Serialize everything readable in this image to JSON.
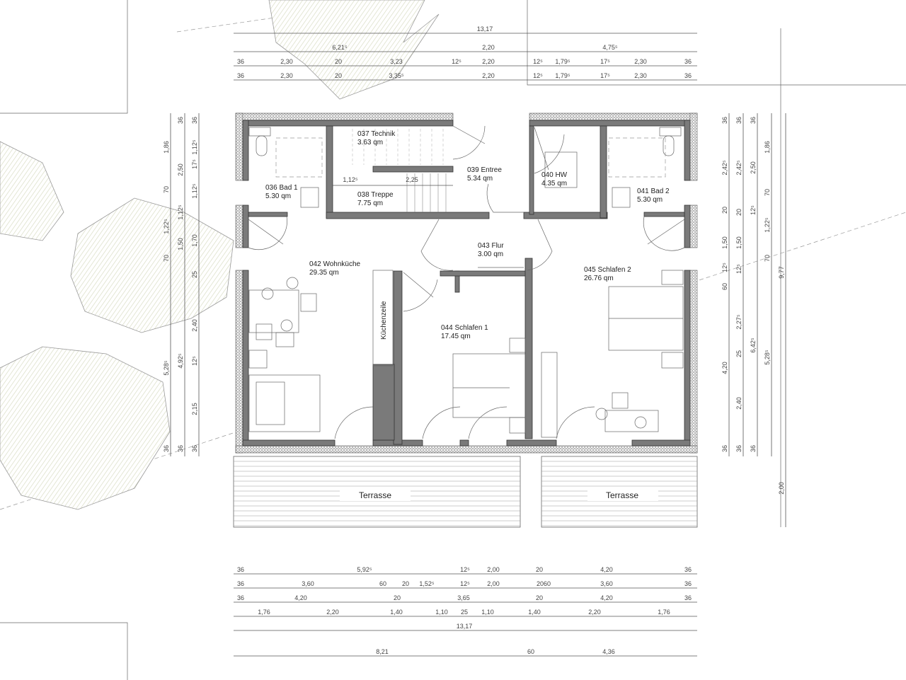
{
  "rooms": [
    {
      "name": "036 Bad 1",
      "area": "5.30 qm"
    },
    {
      "name": "037 Technik",
      "area": "3.63 qm"
    },
    {
      "name": "038 Treppe",
      "area": "7.75 qm"
    },
    {
      "name": "039 Entree",
      "area": "5.34 qm"
    },
    {
      "name": "040 HW",
      "area": "4.35 qm"
    },
    {
      "name": "041 Bad 2",
      "area": "5.30 qm"
    },
    {
      "name": "042 Wohnküche",
      "area": "29.35 qm"
    },
    {
      "name": "043 Flur",
      "area": "3.00 qm"
    },
    {
      "name": "044 Schlafen 1",
      "area": "17.45 qm"
    },
    {
      "name": "045 Schlafen 2",
      "area": "26.76 qm"
    }
  ],
  "labels": {
    "kuechenzeile": "Küchenzeile",
    "terrace_left": "Terrasse",
    "terrace_right": "Terrasse",
    "stair_dim_1": "1,12⁵",
    "stair_dim_2": "2,25"
  },
  "dimensions": {
    "top": [
      [
        "13,17"
      ],
      [
        "6,21⁵",
        "2,20",
        "4,75⁵"
      ],
      [
        "36",
        "2,30",
        "20",
        "3,23",
        "12⁵",
        "2,20",
        "12⁵",
        "1,79⁵",
        "17⁵",
        "2,30",
        "36"
      ],
      [
        "36",
        "2,30",
        "20",
        "3,35⁵",
        "2,20",
        "12⁵",
        "1,79⁵",
        "17⁵",
        "2,30",
        "36"
      ]
    ],
    "bottom": [
      [
        "36",
        "5,92⁵",
        "12⁵",
        "2,00",
        "20",
        "4,20",
        "36"
      ],
      [
        "36",
        "3,60",
        "60",
        "20",
        "1,52⁵",
        "12⁵",
        "2,00",
        "2060",
        "3,60",
        "36"
      ],
      [
        "36",
        "4,20",
        "20",
        "3,65",
        "20",
        "4,20",
        "36"
      ],
      [
        "1,76",
        "2,20",
        "1,40",
        "1,10",
        "25",
        "1,10",
        "1,40",
        "2,20",
        "1,76"
      ],
      [
        "13,17"
      ],
      [
        "8,21",
        "60",
        "4,36"
      ]
    ],
    "left": [
      [
        "1,86",
        "70",
        "1,22⁵",
        "70",
        "5,28⁵",
        "36"
      ],
      [
        "36",
        "2,50",
        "1,12⁵",
        "1,50",
        "4,92⁵",
        "36"
      ],
      [
        "36",
        "1,12⁵",
        "17⁵",
        "1,12⁵",
        "1,70",
        "25",
        "2,40",
        "12⁵",
        "2,15",
        "36"
      ]
    ],
    "right": [
      [
        "36",
        "2,42⁵",
        "20",
        "1,50",
        "12⁵",
        "60",
        "4,20",
        "36"
      ],
      [
        "36",
        "2,42⁵",
        "20",
        "1,50",
        "12⁵",
        "2,27⁵",
        "25",
        "2,40",
        "36"
      ],
      [
        "36",
        "2,50",
        "12⁵",
        "6,42⁵",
        "36"
      ],
      [
        "1,86",
        "70",
        "1,22⁵",
        "70",
        "5,28⁵"
      ],
      [
        "9,77",
        "2,00"
      ]
    ]
  },
  "colors": {
    "wall": "#7a7a7a",
    "insulation_hatch": "#888888",
    "tree_hatch": "#d9dcc4"
  }
}
